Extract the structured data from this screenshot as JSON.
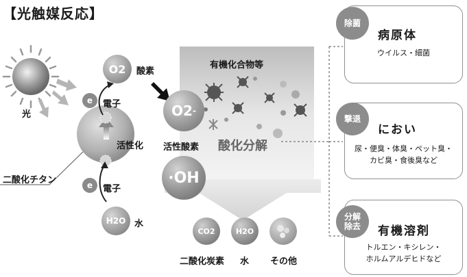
{
  "title": "【光触媒反応】",
  "left": {
    "light": "光",
    "oxygen": "酸素",
    "o2": "O2",
    "electron_top": "電子",
    "electron_bottom": "電子",
    "e_symbol": "e",
    "activation": "活性化",
    "tio2": "二酸化チタン",
    "h2o": "H2O",
    "water": "水"
  },
  "center": {
    "organics": "有機化合物等",
    "superoxide": "O2",
    "superoxide_charge": "-",
    "active_oxygen": "活性酸素",
    "oxidation": "酸化分解",
    "hydroxyl": "·OH",
    "products": [
      {
        "symbol": "CO2",
        "label": "二酸化炭素"
      },
      {
        "symbol": "H2O",
        "label": "水"
      },
      {
        "symbol": "",
        "label": "その他"
      }
    ]
  },
  "panels": [
    {
      "badge": [
        "除菌"
      ],
      "title": "病原体",
      "desc": [
        "ウイルス・細菌"
      ]
    },
    {
      "badge": [
        "撃退"
      ],
      "title": "におい",
      "desc": [
        "尿・便臭・体臭・ペット臭・",
        "カビ臭・食後臭など"
      ]
    },
    {
      "badge": [
        "分解",
        "除去"
      ],
      "title": "有機溶剤",
      "desc": [
        "トルエン・キシレン・",
        "ホルムアルデヒドなど"
      ]
    }
  ],
  "colors": {
    "panel_border": "#8f8f8f",
    "badge": "#8c8c8c",
    "sphere": "#9a9a9a"
  }
}
